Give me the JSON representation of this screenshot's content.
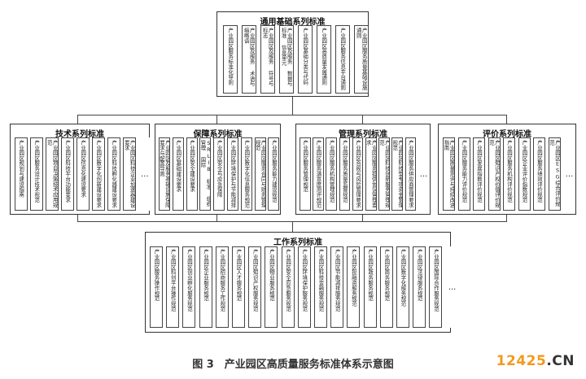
{
  "caption": "图 3　产业园区高质量服务标准体系示意图",
  "watermark": {
    "part1": "12425",
    "part2": ".CN"
  },
  "groups": {
    "top": {
      "title": "通用基础系列标准",
      "items": [
        "产业园区服务标准化导则",
        "产业园区及服务 术语与缩略语",
        "产业园区及服务 符号与标志",
        "产业园区及服务 数据与标准 信息单元",
        "产业园区基础分类与代码",
        "产业园区高质量发展通则",
        "产业园区服务信息平台通则",
        "产业园区服务质量基础设施通则"
      ]
    },
    "tech": {
      "title": "技术系列标准",
      "items": [
        "产业园区规划与建设指南",
        "产业园区服务设计技术规范",
        "产业园区项目决策技术应用规范",
        "产业园区科技平台功能要求",
        "产业园区信息化建设要求",
        "产业园区数字化创新建设要求",
        "产业园区科技孵化器建设要求",
        "产业园区科技企业加速器建设要求",
        "..."
      ]
    },
    "guarantee": {
      "title": "保障系列标准",
      "items": [
        "产业园区及服务基础设施保障要求与配置导则",
        "产业园区基础建设要求",
        "产业园区安全建设要求",
        "SRLIB 标准 组织管理 国际",
        "产业园区安全与应急保障",
        "产业园区环境保护与节能减排",
        "产业园区数字化信息服务规范",
        "产业园区服务合同与财务管理规范",
        "产业园区服务能力建设规范"
      ]
    },
    "management": {
      "title": "管理系列标准",
      "items": [
        "产业园区服务管理规范",
        "产业园区服务满意度测评规范",
        "产业园区服务机构管理规范",
        "产业园区服务质量监督规范",
        "产业园区合规与风险管理要求",
        "产业园区服务提供协议管理要求",
        "产业园区科技创新服务管理规范",
        "产业园区科技型专项资金管理规范",
        "产业园区服务供应商管理要求",
        "..."
      ]
    },
    "evaluation": {
      "title": "评价系列标准",
      "items": [
        "产业园区质量测评与持续改进指南",
        "产业园区服务能力评价规范",
        "产业园区发展指数评价规范",
        "产业园区知识产权价值评价规范",
        "产业园区服务机构评价规范",
        "产业园区企业评价指数规范",
        "产业园区服务绩效评价规范",
        "产业园区ESG综合评价规范",
        "..."
      ]
    },
    "work": {
      "title": "工作系列标准",
      "items": [
        "产业园区服务操作规范",
        "产业园区科创平台操作规范",
        "产业园区创业孵化服务规范",
        "产业园区企业服务规范",
        "产业园区招商服务工作规范",
        "产业园区人才服务规范",
        "产业园区知识产权服务规范",
        "产业园区物业服务规范",
        "产业园区安全应急服务规范",
        "产业园区环境保护服务规范",
        "产业园区科技金融服务规范",
        "产业园区节能减排服务规范",
        "产业园区投融资服务规范",
        "产业园区政务服务规范",
        "产业园区商务服务规范",
        "产业园区数字化服务规范",
        "产业园区法律服务规范",
        "产业园区国际合作服务规范",
        "..."
      ]
    }
  }
}
